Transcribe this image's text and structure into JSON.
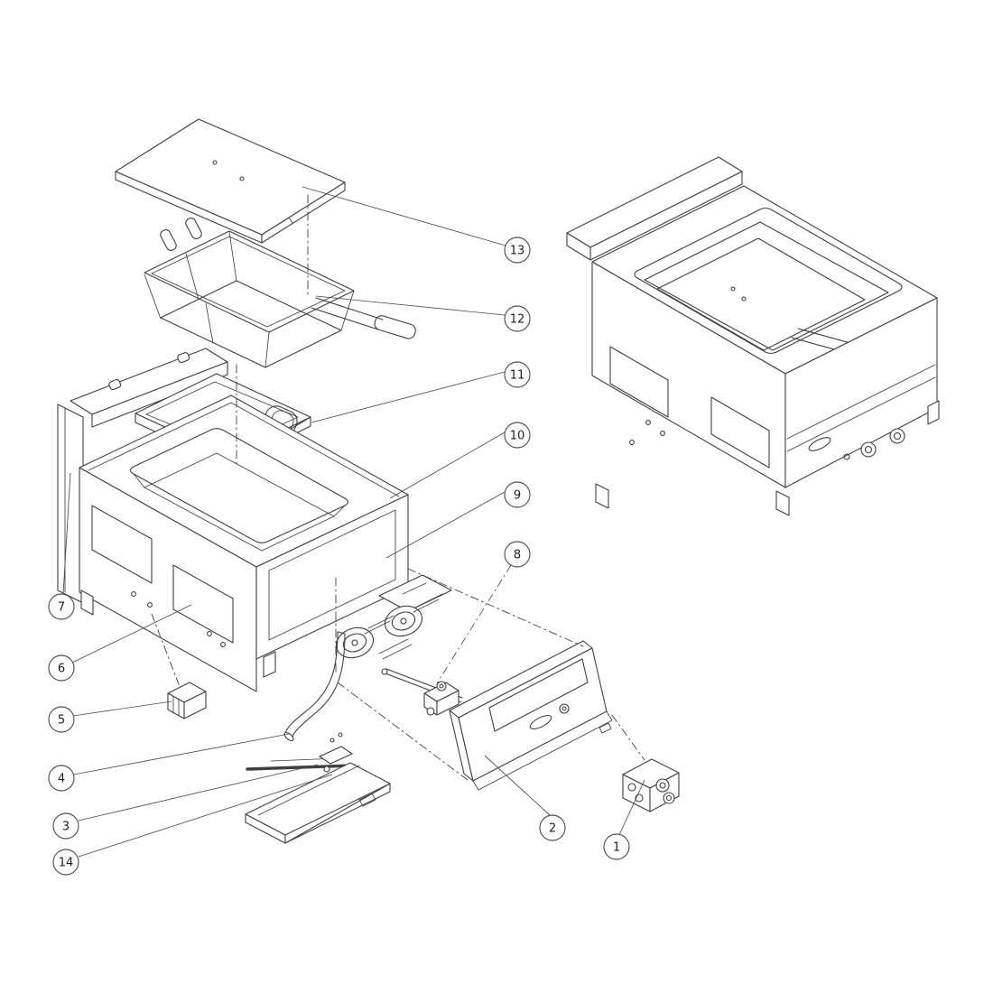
{
  "diagram": {
    "callouts": [
      {
        "label": "1"
      },
      {
        "label": "2"
      },
      {
        "label": "3"
      },
      {
        "label": "4"
      },
      {
        "label": "5"
      },
      {
        "label": "6"
      },
      {
        "label": "7"
      },
      {
        "label": "8"
      },
      {
        "label": "9"
      },
      {
        "label": "10"
      },
      {
        "label": "11"
      },
      {
        "label": "12"
      },
      {
        "label": "13"
      },
      {
        "label": "14"
      }
    ],
    "colors": {
      "background": "#ffffff",
      "line": "#3f3f3f",
      "hatch": "#4a4a4a",
      "callout_stroke": "#4f4f4f"
    }
  }
}
